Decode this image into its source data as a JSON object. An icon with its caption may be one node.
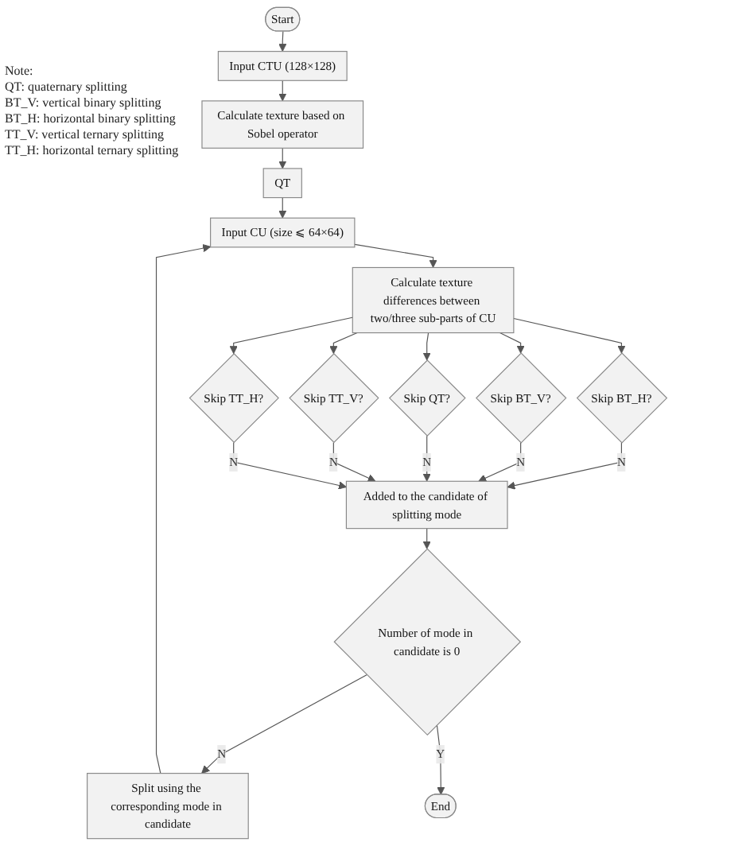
{
  "diagram": {
    "nodes": [
      {
        "text": [
          "Start"
        ]
      },
      {
        "text": [
          "Input CTU (128×128)"
        ]
      },
      {
        "text": [
          "Calculate texture based on Sobel operator"
        ]
      },
      {
        "text": [
          "QT"
        ]
      },
      {
        "text": [
          "Input CU (size ⩽ 64×64)"
        ]
      },
      {
        "text": [
          "Calculate texture differences between two/three sub-parts of CU"
        ]
      },
      {
        "text": [
          "Skip BT_H?"
        ]
      },
      {
        "text": [
          "Skip BT_V?"
        ]
      },
      {
        "text": [
          "Skip QT?"
        ]
      },
      {
        "text": [
          "Skip TT_V?"
        ]
      },
      {
        "text": [
          "Skip TT_H?"
        ]
      },
      {
        "text": [
          "Added to the candidate of splitting mode"
        ]
      },
      {
        "text": [
          "Number of mode in candidate is 0"
        ]
      },
      {
        "text": [
          "Split using the corresponding mode in candidate"
        ]
      },
      {
        "text": [
          "End"
        ]
      }
    ],
    "edges": [
      {
        "from": 0,
        "to": 1,
        "arrow": "to"
      },
      {
        "from": 1,
        "to": 2,
        "arrow": "to"
      },
      {
        "from": 2,
        "to": 3,
        "arrow": "to"
      },
      {
        "from": 3,
        "to": 4,
        "arrow": "to"
      },
      {
        "from": 4,
        "to": 5,
        "arrow": "to"
      },
      {
        "from": 5,
        "to": 6,
        "arrow": "to"
      },
      {
        "from": 5,
        "to": 7,
        "arrow": "to"
      },
      {
        "from": 5,
        "to": 8,
        "arrow": "to"
      },
      {
        "from": 5,
        "to": 9,
        "arrow": "to"
      },
      {
        "from": 5,
        "to": 10,
        "arrow": "to"
      },
      {
        "from": 6,
        "to": 11,
        "label": "N",
        "arrow": "to"
      },
      {
        "from": 7,
        "to": 11,
        "label": "N",
        "arrow": "to"
      },
      {
        "from": 8,
        "to": 11,
        "label": "N",
        "arrow": "to"
      },
      {
        "from": 9,
        "to": 11,
        "label": "N",
        "arrow": "to"
      },
      {
        "from": 10,
        "to": 11,
        "label": "N",
        "arrow": "to"
      },
      {
        "from": 11,
        "to": 12,
        "arrow": "to"
      },
      {
        "from": 12,
        "to": 13,
        "label": "N",
        "arrow": "to"
      },
      {
        "from": 13,
        "to": 4,
        "arrow": "to"
      },
      {
        "from": 12,
        "to": 14,
        "label": "Y",
        "arrow": "to"
      }
    ],
    "labels": [
      "Note:",
      "QT: quaternary splitting",
      "BT_V: vertical binary splitting",
      "BT_H: horizontal binary splitting",
      "TT_V: vertical ternary splitting",
      "TT_H: horizontal ternary splitting"
    ]
  }
}
